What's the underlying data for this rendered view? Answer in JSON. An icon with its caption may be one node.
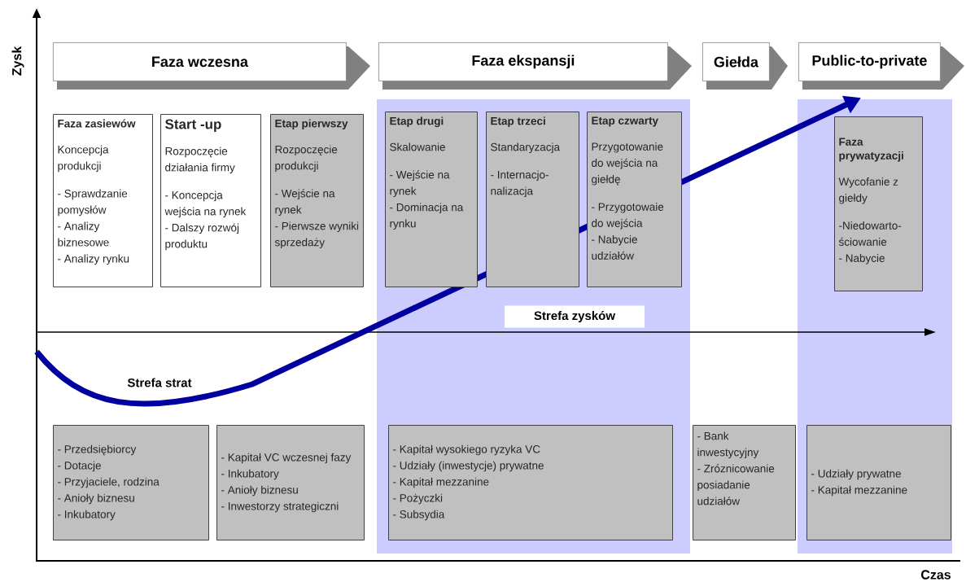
{
  "diagram": {
    "nodes": [
      {
        "text": [
          "Faza wczesna"
        ]
      },
      {
        "text": [
          "Faza ekspansji"
        ]
      },
      {
        "text": [
          "Giełda"
        ]
      },
      {
        "text": [
          "Public-to-private"
        ]
      },
      {
        "text": [
          "Faza zasiewów",
          "Koncepcja produkcji",
          "- Sprawdzanie pomysłów",
          "- Analizy biznesowe",
          "- Analizy rynku"
        ]
      },
      {
        "text": [
          "Start -up",
          "Rozpoczęcie działania firmy",
          "- Koncepcja wejścia na rynek",
          "- Dalszy rozwój produktu"
        ]
      },
      {
        "text": [
          "Etap pierwszy",
          "Rozpoczęcie produkcji",
          "- Wejście na rynek",
          "- Pierwsze wyniki sprzedaży"
        ]
      },
      {
        "text": [
          "Etap drugi",
          "Skalowanie",
          "- Wejście na rynek",
          "- Dominacja na rynku"
        ]
      },
      {
        "text": [
          "Etap trzeci",
          "Standaryzacja",
          "- Internacjo-nalizacja"
        ]
      },
      {
        "text": [
          "Etap czwarty",
          "Przygotowanie do wejścia na giełdę",
          "- Przygotowaie do wejścia",
          "- Nabycie udziałów"
        ]
      },
      {
        "text": [
          "Faza prywatyzacji",
          "Wycofanie z giełdy",
          "-Niedowarto-ściowanie",
          "- Nabycie"
        ]
      },
      {
        "text": [
          "- Przedsiębiorcy",
          "- Dotacje",
          "- Przyjaciele, rodzina",
          "- Anioły biznesu",
          "- Inkubatory"
        ]
      },
      {
        "text": [
          "- Kapitał VC wczesnej fazy",
          "- Inkubatory",
          "- Anioły biznesu",
          "- Inwestorzy strategiczni"
        ]
      },
      {
        "text": [
          "- Kapitał wysokiego ryzyka VC",
          "- Udziały (inwestycje) prywatne",
          "- Kapitał mezzanine",
          "- Pożyczki",
          "- Subsydia"
        ]
      },
      {
        "text": [
          "- Bank inwestycyjny",
          "- Zróznicowanie posiadanie udziałów"
        ]
      },
      {
        "text": [
          "- Udziały prywatne",
          "- Kapitał mezzanine"
        ]
      }
    ],
    "labels": [
      "Zysk",
      "Strefa zysków",
      "Strefa strat",
      "Czas"
    ]
  }
}
